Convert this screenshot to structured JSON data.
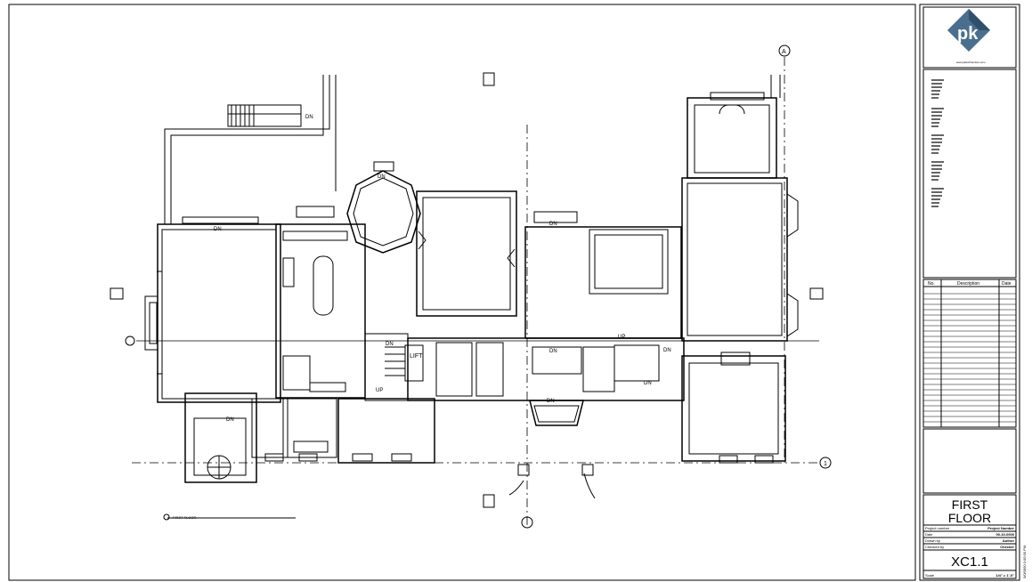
{
  "title_block": {
    "logo_text": "pk",
    "website": "www.pkarchitecture.com",
    "revision_table": {
      "headers": [
        "No.",
        "Description",
        "Date"
      ],
      "rows": []
    },
    "sheet_title_line1": "FIRST",
    "sheet_title_line2": "FLOOR",
    "fields": [
      {
        "label": "Project number",
        "value": "Project Number"
      },
      {
        "label": "Date",
        "value": "00-10-0000"
      },
      {
        "label": "Drawn by",
        "value": "Author"
      },
      {
        "label": "Checked by",
        "value": "Checker"
      }
    ],
    "sheet_number": "XC1.1",
    "scale_label": "Scale",
    "scale_value": "1/4\" = 1'-0\"",
    "date_stamp": "0/0/0000 0:00:00 PM"
  },
  "plan": {
    "labels": {
      "dn_1": "DN",
      "dn_2": "DN",
      "dn_3": "DN",
      "dn_4": "DN",
      "dn_5": "DN",
      "dn_6": "DN",
      "dn_7": "DN",
      "dn_8": "DN",
      "dn_9": "DN",
      "dn_10": "DN",
      "up_1": "UP",
      "up_2": "UP",
      "lift": "LIFT",
      "grid_a": "A",
      "grid_1": "1",
      "plan_title": "FIRST FLOOR"
    }
  }
}
